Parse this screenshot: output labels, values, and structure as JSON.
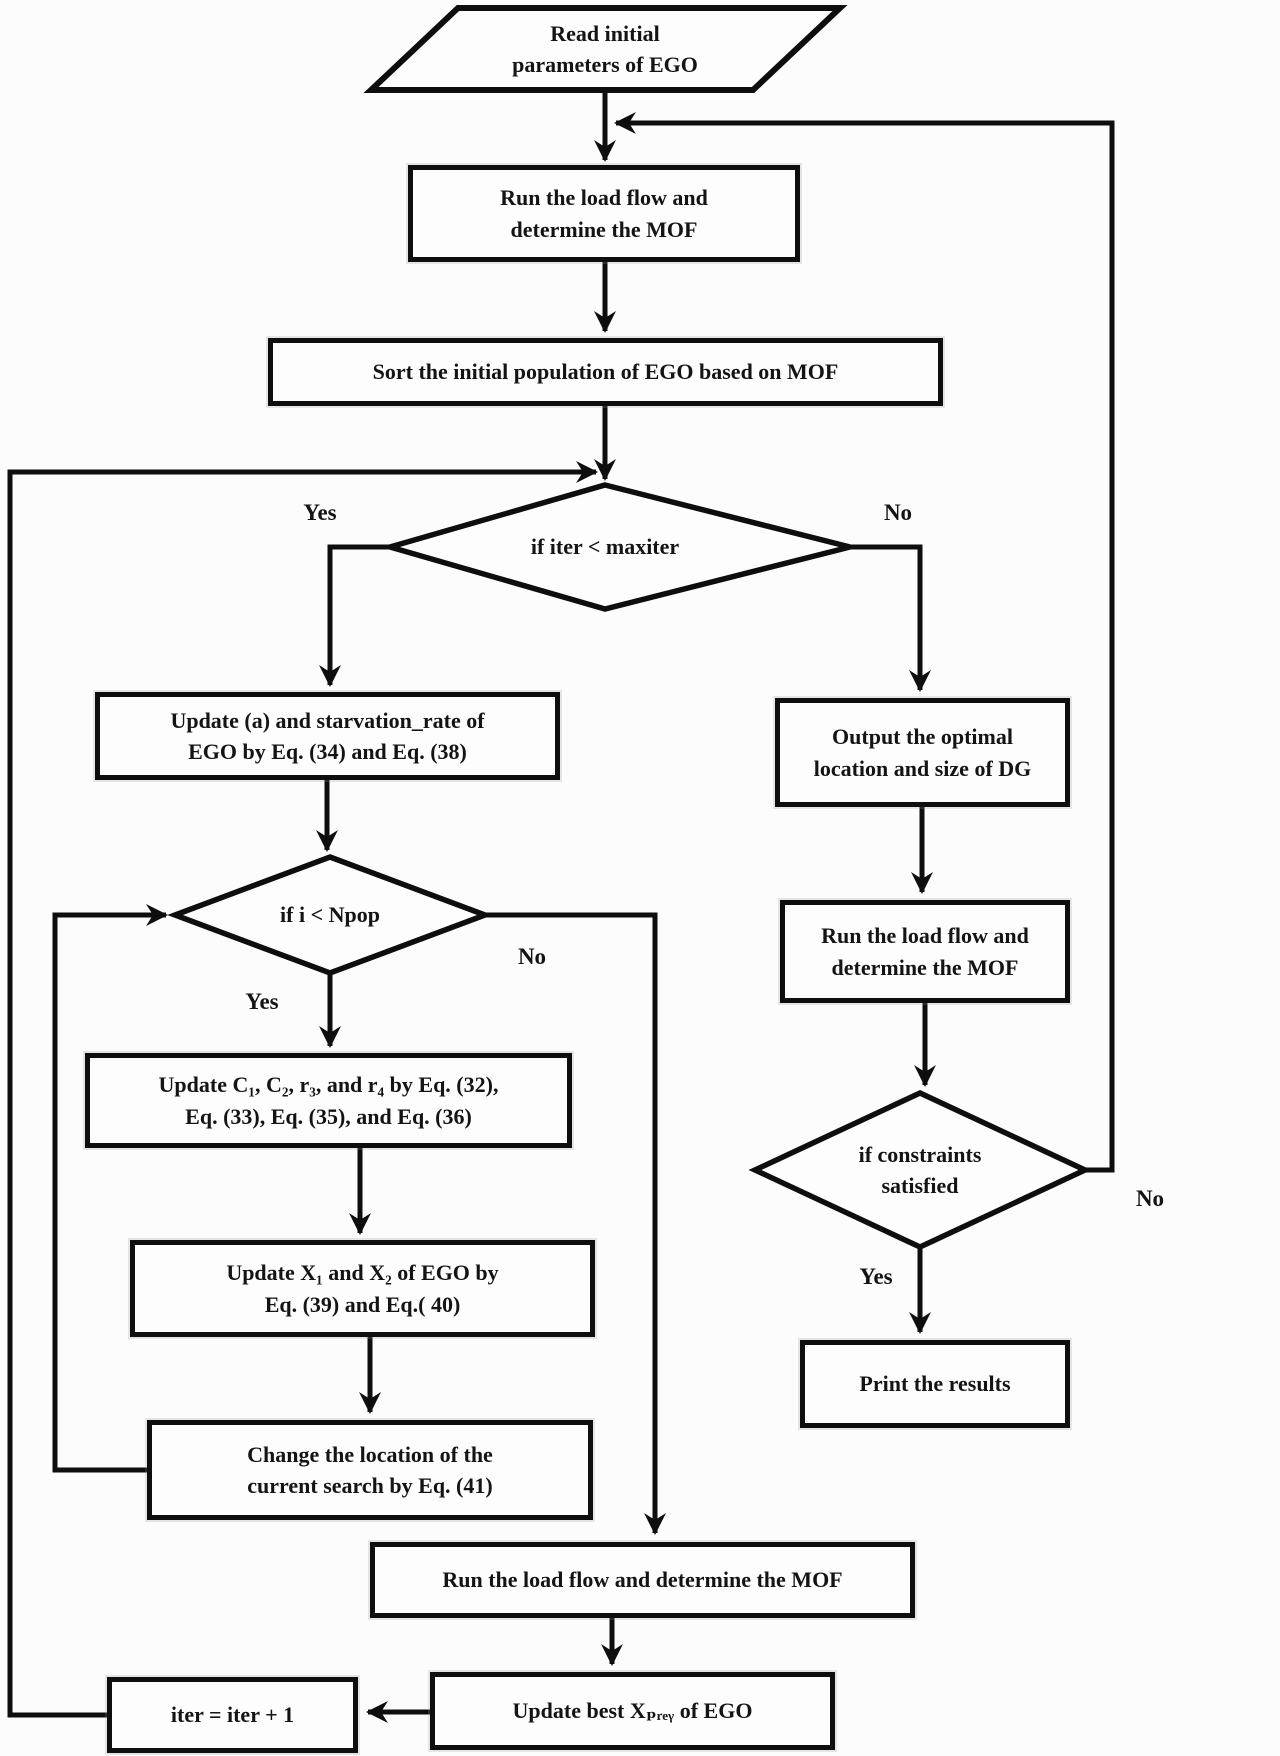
{
  "title": "EGO optimization flowchart",
  "colors": {
    "line": "#0e0e0e",
    "text": "#141414",
    "background": "#fcfcfc",
    "node_fill": "#fdfdfd"
  },
  "nodes": {
    "read_params": {
      "label": "Read initial\nparameters of EGO"
    },
    "run_load_flow_1": {
      "label": "Run the load flow and\ndetermine the MOF"
    },
    "sort_population": {
      "label": "Sort the initial population of  EGO based on MOF"
    },
    "iter_check": {
      "label": "if iter < maxiter"
    },
    "update_a": {
      "label": "Update (a) and starvation_rate of\nEGO by Eq. (34) and Eq. (38)"
    },
    "npop_check": {
      "label": "if i < Npop"
    },
    "update_c_r": {
      "label": "Update C₁, C₂, r₃, and r₄ by Eq. (32),\nEq. (33), Eq. (35), and Eq. (36)"
    },
    "update_x": {
      "label": "Update X₁ and X₂ of EGO by\nEq. (39) and Eq.( 40)"
    },
    "change_location": {
      "label": "Change the location of the\ncurrent search by Eq. (41)"
    },
    "output_optimal": {
      "label": "Output the optimal\nlocation and size of DG"
    },
    "run_load_flow_2": {
      "label": "Run the load flow and\ndetermine the MOF"
    },
    "constraints_check": {
      "label": "if constraints\nsatisfied"
    },
    "print_results": {
      "label": "Print the results"
    },
    "run_load_flow_3": {
      "label": "Run the load flow and determine the MOF"
    },
    "update_best_prey": {
      "label": "Update best Xₚᵣₑᵧ of EGO"
    },
    "iter_increment": {
      "label": "iter = iter + 1"
    }
  },
  "branch_labels": {
    "iter_yes": "Yes",
    "iter_no": "No",
    "npop_yes": "Yes",
    "npop_no": "No",
    "constraints_yes": "Yes",
    "constraints_no": "No"
  }
}
